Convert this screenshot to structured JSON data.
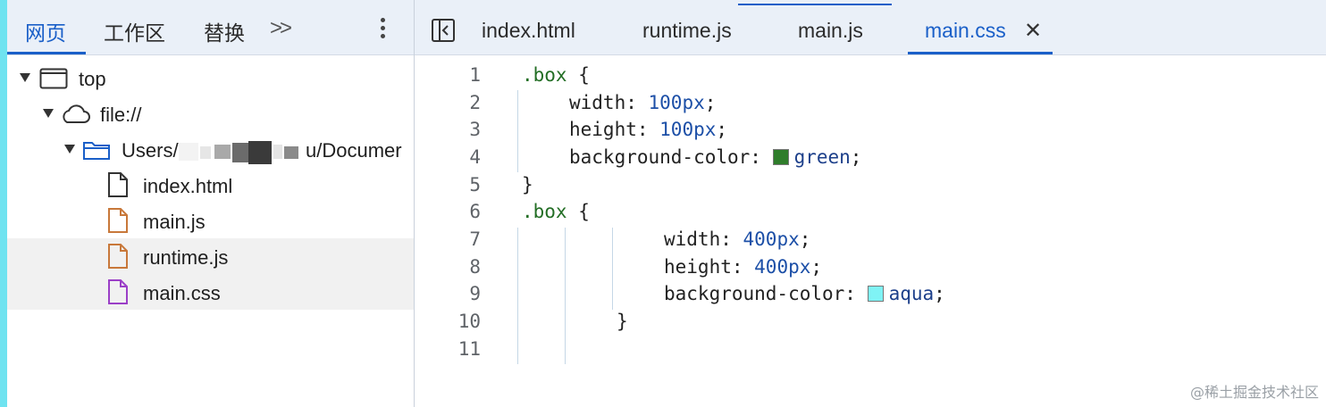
{
  "left_panel": {
    "tabs": [
      {
        "label": "网页",
        "active": true
      },
      {
        "label": "工作区",
        "active": false
      },
      {
        "label": "替换",
        "active": false
      }
    ],
    "more_label": ">>",
    "tree": [
      {
        "label": "top",
        "icon": "frame-icon"
      },
      {
        "label": "file://",
        "icon": "cloud-icon"
      },
      {
        "label_prefix": "Users/",
        "label_suffix": "u/Documer",
        "icon": "folder-icon"
      },
      {
        "label": "index.html",
        "icon": "file-html-icon"
      },
      {
        "label": "main.js",
        "icon": "file-js-icon"
      },
      {
        "label": "runtime.js",
        "icon": "file-js-icon"
      },
      {
        "label": "main.css",
        "icon": "file-css-icon"
      }
    ]
  },
  "editor_tabs": [
    {
      "label": "index.html",
      "active": false
    },
    {
      "label": "runtime.js",
      "active": false
    },
    {
      "label": "main.js",
      "active": false
    },
    {
      "label": "main.css",
      "active": true
    }
  ],
  "close_label": "✕",
  "code": {
    "line_numbers": [
      "1",
      "2",
      "3",
      "4",
      "5",
      "6",
      "7",
      "8",
      "9",
      "10",
      "11"
    ],
    "l1_sel": ".box",
    "l1_rest": " {",
    "l2_prop": "width: ",
    "l2_val": "100px",
    "l3_prop": "height: ",
    "l3_val": "100px",
    "l4_prop": "background-color: ",
    "l4_val": "green",
    "l4_color": "#2f7d2b",
    "l5": "}",
    "l6_sel": ".box",
    "l6_rest": " {",
    "l7_prop": "width: ",
    "l7_val": "400px",
    "l8_prop": "height: ",
    "l8_val": "400px",
    "l9_prop": "background-color: ",
    "l9_val": "aqua",
    "l9_color": "#7ff3f5",
    "l10": "}",
    "semicolon": ";"
  },
  "watermark": "@稀土掘金技术社区",
  "colors": {
    "accent": "#1a5fc8",
    "tab_bar": "#eaf0f8",
    "left_strip": "#6fe3f0"
  }
}
